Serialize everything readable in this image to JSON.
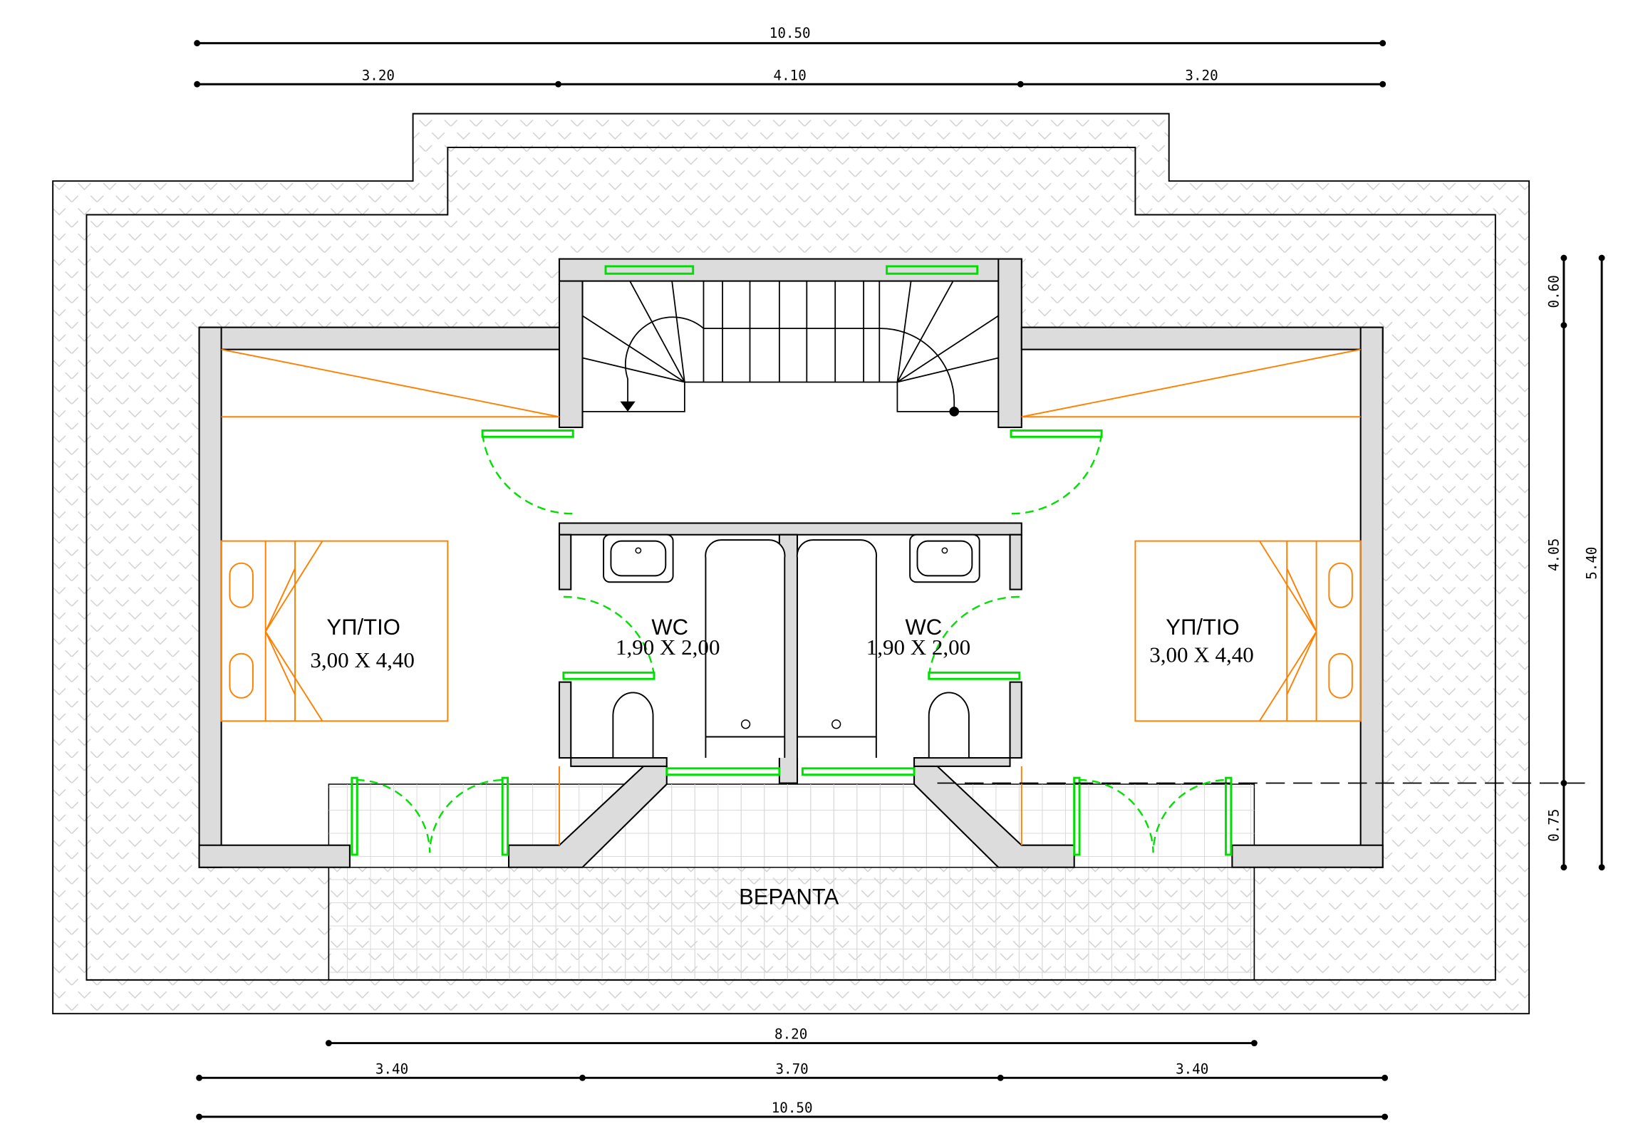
{
  "dimensions": {
    "top_total": "10.50",
    "top_segments": [
      "3.20",
      "4.10",
      "3.20"
    ],
    "bottom_veranda": "8.20",
    "bottom_segments": [
      "3.40",
      "3.70",
      "3.40"
    ],
    "bottom_total": "10.50",
    "right_segments": [
      "0.60",
      "4.05",
      "0.75"
    ],
    "right_total": "5.40"
  },
  "rooms": {
    "bedroom_left": {
      "label": "ΥΠ/ΤΙΟ",
      "size": "3,00 X 4,40"
    },
    "bedroom_right": {
      "label": "ΥΠ/ΤΙΟ",
      "size": "3,00 X 4,40"
    },
    "wc_left": {
      "label": "WC",
      "size": "1,90 X 2,00"
    },
    "wc_right": {
      "label": "WC",
      "size": "1,90 X 2,00"
    },
    "veranda": {
      "label": "ΒΕΡΑΝΤΑ"
    }
  },
  "colors": {
    "wall": "#dcdcdc",
    "furniture": "#ff8000",
    "doors_windows": "#00e000",
    "roof_hatch": "#d0d0d0"
  }
}
